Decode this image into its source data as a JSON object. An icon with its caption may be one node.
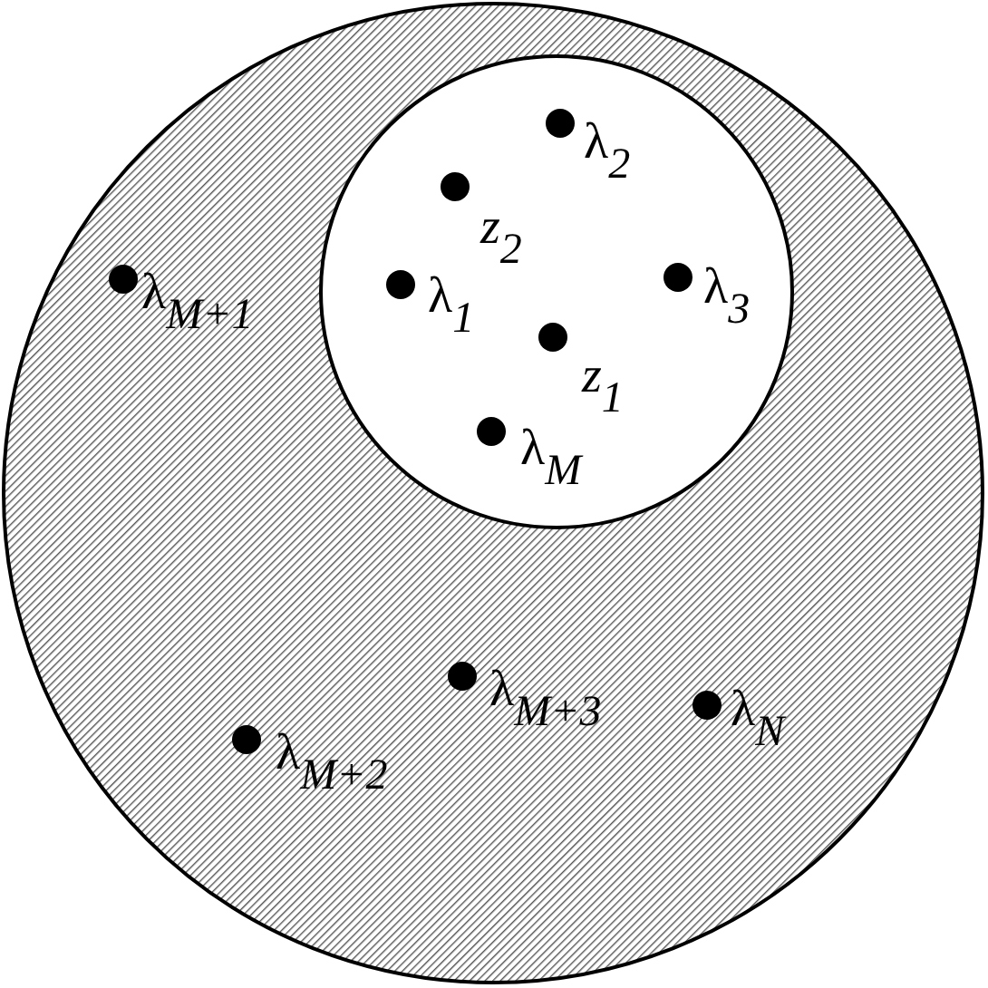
{
  "diagram": {
    "nodes": [
      {
        "text": [
          "λ$_{M+1}$",
          "λ$_{M+3}$",
          "λ$_{N}$",
          "λ$_{M+2}$"
        ]
      },
      {
        "text": [
          "λ$_{2}$",
          "*z*$_{2}$",
          "λ$_{1}$",
          "λ$_{3}$",
          "*z*$_{1}$",
          "λ$_{M}$"
        ],
        "in": 0
      }
    ]
  }
}
